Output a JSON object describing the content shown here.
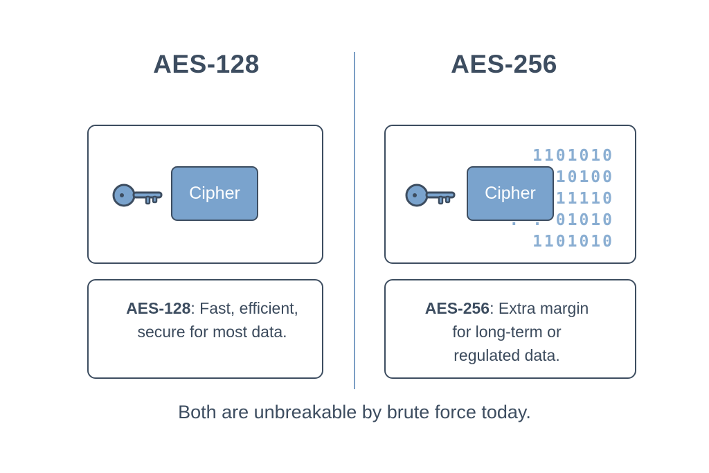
{
  "left": {
    "title": "AES-128",
    "cipher_label": "Cipher",
    "desc_bold": "AES-128",
    "desc_line1": ": Fast, efficient,",
    "desc_line2": "secure for most data."
  },
  "right": {
    "title": "AES-256",
    "cipher_label": "Cipher",
    "binary_rows": [
      "1101010",
      "10100",
      "11110",
      ". . 01010",
      "1101010"
    ],
    "desc_bold": "AES-256",
    "desc_line1": ": Extra margin",
    "desc_line2": "for long-term or",
    "desc_line3": "regulated data."
  },
  "footer": "Both are unbreakable by brute force today.",
  "colors": {
    "accent": "#7aa3cd",
    "outline": "#3d4d60",
    "binary": "#8aaed2",
    "divider": "#7b9ec4"
  },
  "icons": {
    "key": "key-icon"
  }
}
